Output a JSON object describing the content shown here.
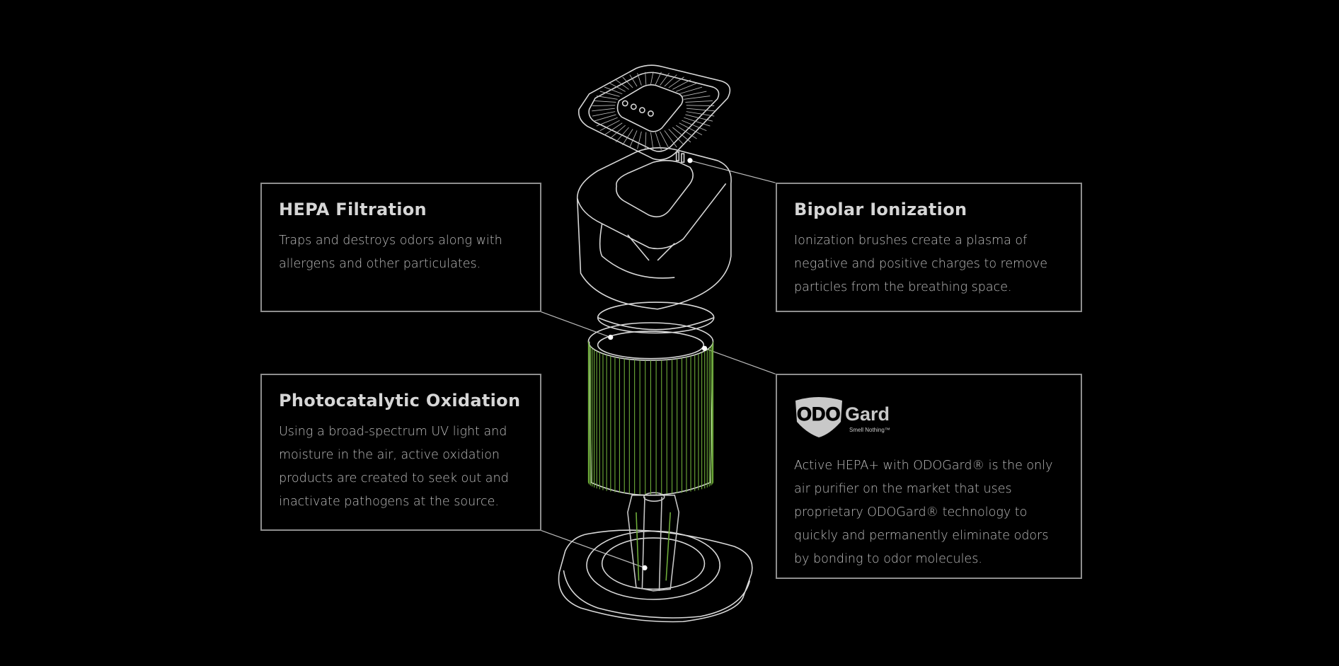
{
  "features": {
    "hepa": {
      "title": "HEPA Filtration",
      "body": "Traps and destroys odors along with allergens and other particulates."
    },
    "bipolar": {
      "title": "Bipolar Ionization",
      "body": "Ionization brushes create a plasma of negative and positive charges to remove particles from the breathing space."
    },
    "photo": {
      "title": "Photocatalytic Oxidation",
      "body": "Using a broad-spectrum UV light and moisture in the air, active oxidation products are created to seek out and inactivate pathogens at the source."
    },
    "odogard": {
      "logo_text": "ODOGard",
      "logo_tagline": "Smell Nothing™",
      "body": "Active HEPA+ with ODOGard® is the only air purifier on the market that uses proprietary ODOGard® technology to quickly and permanently eliminate odors by bonding to odor molecules."
    }
  },
  "colors": {
    "line": "#d9d9d9",
    "filter": "#6fae3a",
    "border": "#8e8e8e"
  }
}
